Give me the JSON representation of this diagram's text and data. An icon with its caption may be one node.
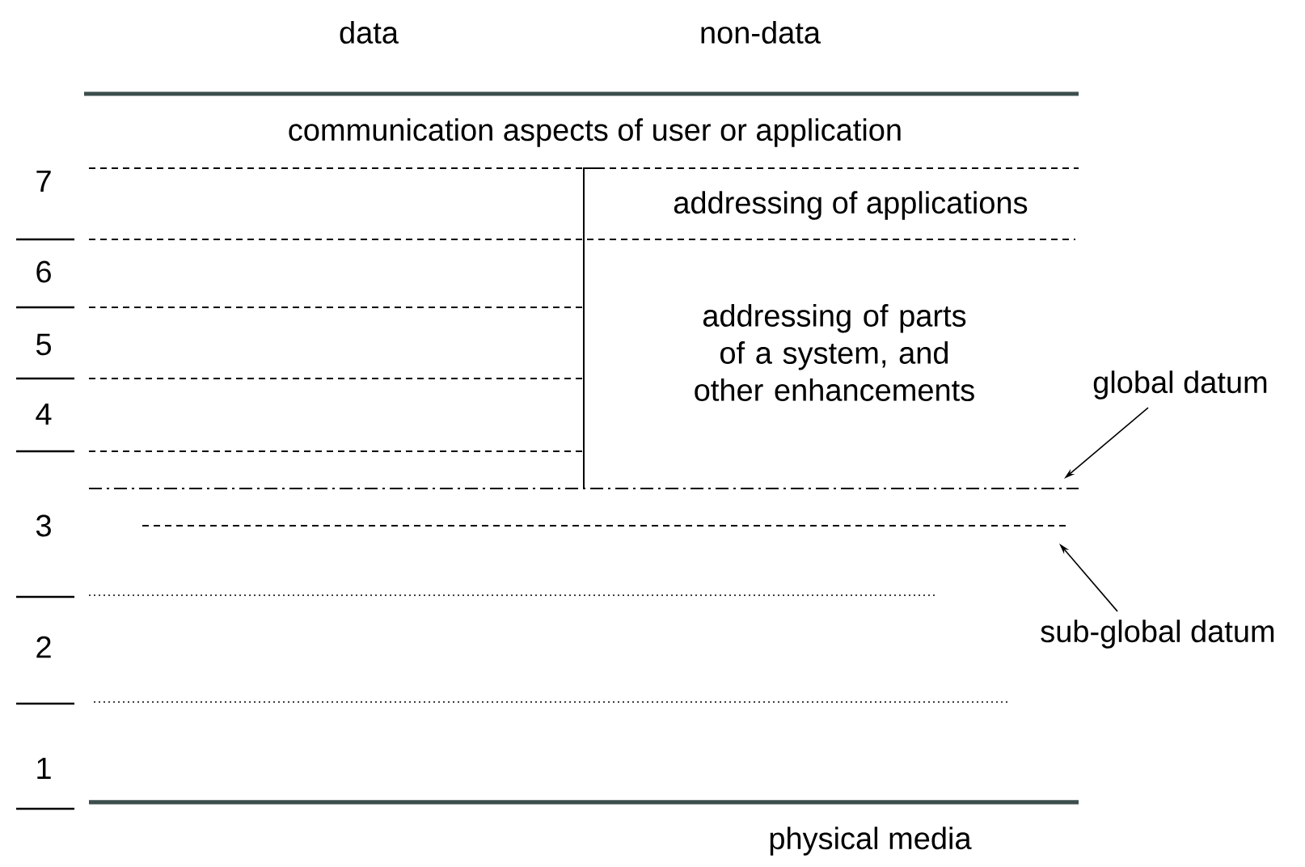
{
  "diagram": {
    "nodes": [
      {
        "text": [
          "global datum"
        ]
      },
      {
        "text": [
          "sub-global datum"
        ]
      }
    ],
    "edges": [
      {
        "from": 0,
        "to": null,
        "arrow": "to"
      },
      {
        "from": 1,
        "to": null,
        "arrow": "to"
      }
    ],
    "labels": [
      "data",
      "non-data",
      "communication aspects of user or application",
      "7",
      "addressing of applications",
      "6",
      "addressing of parts of a system, and other enhancements",
      "5",
      "4",
      "3",
      "2",
      "1",
      "physical media"
    ]
  }
}
